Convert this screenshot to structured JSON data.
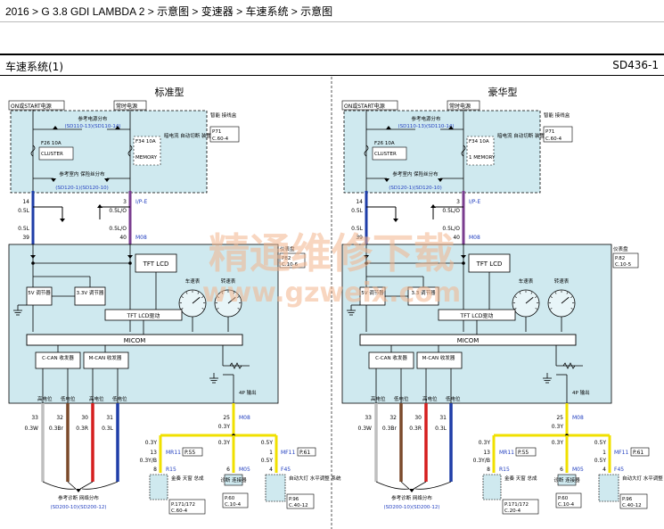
{
  "breadcrumb": "2016 > G 3.8 GDI LAMBDA 2 > 示意图 > 变速器 > 车速系统 > 示意图",
  "page": {
    "title": "车速系统(1)",
    "code": "SD436-1"
  },
  "colors": {
    "module": "#cfe9ef",
    "blue_wire": "#1f3ea8",
    "brown_wire": "#7b4a2b",
    "red_wire": "#d51f1f",
    "violet_wire": "#7a3d8f",
    "yellow_wire": "#f0e000",
    "label_blue": "#2340c0"
  },
  "panels": [
    {
      "heading": "标准型",
      "on_power": "ON或START电源",
      "perm_power": "常时电源",
      "ref_power": "参考电源分布",
      "ref_power_code": "(SD110-13)(SD110-14)",
      "fuse1": "F26 10A",
      "fuse1_name": "CLUSTER",
      "fuse2": "F34 10A",
      "memory": "MEMORY",
      "cutoff": "暗电流 自动切断 装置",
      "smart_junction": "智能 接线盒",
      "smart_ref1": "P71",
      "smart_ref2": "C.60-4",
      "ground_ref": "参考室内 保险丝分布",
      "ground_ref_code": "(SD120-1)(SD120-10)",
      "pins": [
        "14",
        "39",
        "3",
        "40"
      ],
      "wires": [
        "0.5L",
        "0.5L",
        "0.5L/O",
        "0.5L/O"
      ],
      "conn1": "I/P-E",
      "conn2": "M08",
      "tft_lcd": "TFT LCD",
      "cluster": "仪表盘",
      "cluster_ref1": "P82",
      "cluster_ref2": "C.10-6",
      "speedo": "车速表",
      "tacho": "转速表",
      "reg5v": "5V 调节器",
      "reg33v": "3.3V 调节器",
      "tft_drive": "TFT LCD驱动",
      "micom": "MICOM",
      "ccan": "C-CAN 收发器",
      "mcan": "M-CAN 收发器",
      "high1": "高电位",
      "low1": "低电位",
      "high2": "高电位",
      "low2": "低电位",
      "out4p": "4P 输出",
      "bottom_pins": [
        "33",
        "32",
        "30",
        "31"
      ],
      "bottom_wires": [
        "0.3W",
        "0.3Br",
        "0.3R",
        "0.3L"
      ],
      "pin25": "25",
      "wire25": "0.3Y",
      "conn25": "M08",
      "branch_wire1": "0.3Y",
      "branch_wire2": "0.3Y",
      "branch_wire3": "0.5Y",
      "mr_pin": "13",
      "mr_wire": "0.3Y/B",
      "mr_conn": "MR11",
      "mr_ref": "P.55",
      "mf_pin": "1",
      "mf_wire": "0.5Y",
      "mf_conn": "MF11",
      "mf_ref": "P.61",
      "r15": "R15",
      "r15_pin": "8",
      "m05": "M05",
      "m05_pin": "6",
      "f45": "F45",
      "f45_pin": "4",
      "amp_name": "金奏 天窗 总成",
      "amp_ref1": "P.171/172",
      "amp_ref2": "C.60-4",
      "diag_name": "诊断 连接器",
      "diag_ref1": "P.60",
      "diag_ref2": "C.10-4",
      "level_name": "自动大灯 水平调整 系统",
      "level_ref1": "P.96",
      "level_ref2": "C.40-12",
      "diag_dist": "参考诊断 网络分布",
      "diag_dist_code": "(SD200-10)(SD200-12)"
    },
    {
      "heading": "豪华型",
      "on_power": "ON或START电源",
      "perm_power": "常时电源",
      "ref_power": "参考电源分布",
      "ref_power_code": "(SD110-13)(SD110-14)",
      "fuse1": "F26 10A",
      "fuse1_name": "CLUSTER",
      "fuse2": "F34 10A",
      "memory": "1 MEMORY",
      "cutoff": "暗电流 自动切断 装置",
      "smart_junction": "智能 接线盒",
      "smart_ref1": "P71",
      "smart_ref2": "C.60-4",
      "ground_ref": "参考室内 保险丝分布",
      "ground_ref_code": "(SD120-1)(SD120-10)",
      "pins": [
        "14",
        "39",
        "3",
        "40"
      ],
      "wires": [
        "0.5L",
        "0.5L",
        "0.5L/O",
        "0.5L/O"
      ],
      "conn1": "I/P-E",
      "conn2": "M08",
      "tft_lcd": "TFT LCD",
      "cluster": "仪表盘",
      "cluster_ref1": "P.82",
      "cluster_ref2": "C.10-5",
      "speedo": "车速表",
      "tacho": "转速表",
      "reg5v": "5V 调节器",
      "reg33v": "3.3 调节器",
      "tft_drive": "TFT LCD驱动",
      "micom": "MICOM",
      "ccan": "C-CAN 收发器",
      "mcan": "M-CAN 收发器",
      "high1": "高电位",
      "low1": "低电位",
      "high2": "高电位",
      "low2": "低电位",
      "out4p": "4P 输出",
      "bottom_pins": [
        "33",
        "32",
        "30",
        "31"
      ],
      "bottom_wires": [
        "0.3W",
        "0.3Br",
        "0.3R",
        "0.3L"
      ],
      "pin25": "25",
      "wire25": "0.3Y",
      "conn25": "M08",
      "branch_wire1": "0.3Y",
      "branch_wire2": "0.3Y",
      "branch_wire3": "0.5Y",
      "mr_pin": "13",
      "mr_wire": "0.3Y/B",
      "mr_conn": "MR11",
      "mr_ref": "P.55",
      "mf_pin": "1",
      "mf_wire": "0.5Y",
      "mf_conn": "MF11",
      "mf_ref": "P.61",
      "r15": "R15",
      "r15_pin": "8",
      "m05": "M05",
      "m05_pin": "6",
      "f45": "F45",
      "f45_pin": "4",
      "amp_name": "金奏 天窗 总成",
      "amp_ref1": "P.171/172",
      "amp_ref2": "C.20-4",
      "diag_name": "诊断 连接器",
      "diag_ref1": "P.60",
      "diag_ref2": "C.10-4",
      "level_name": "自动大灯 水平调整 系统",
      "level_ref1": "P.96",
      "level_ref2": "C.40-12",
      "diag_dist": "参考诊断 网络分布",
      "diag_dist_code": "(SD200-10)(SD200-12)"
    }
  ],
  "watermark": {
    "cn": "精通维修下载",
    "url": "www.gzweix.com"
  }
}
